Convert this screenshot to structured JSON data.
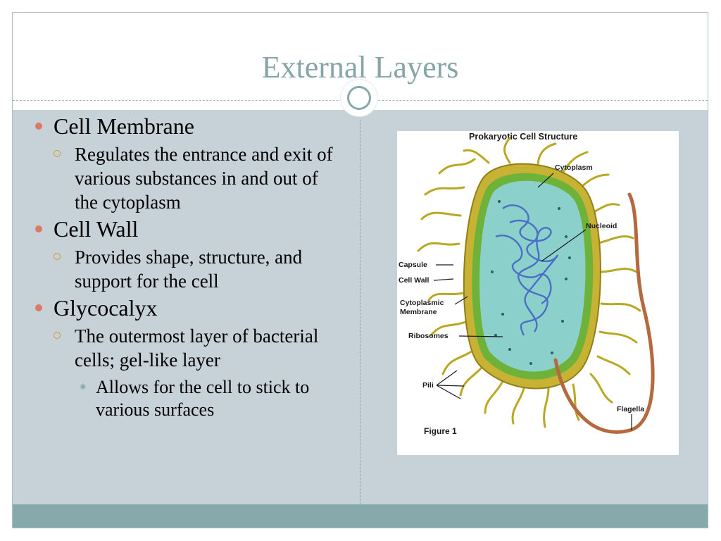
{
  "slide": {
    "title": "External Layers"
  },
  "bullets": [
    {
      "label": "Cell Membrane",
      "sub": [
        {
          "text": "Regulates the entrance and exit of various substances in and out of the cytoplasm"
        }
      ]
    },
    {
      "label": "Cell Wall",
      "sub": [
        {
          "text": "Provides shape, structure, and support for the cell"
        }
      ]
    },
    {
      "label": "Glycocalyx",
      "sub": [
        {
          "text": "The outermost layer of bacterial cells; gel-like layer"
        }
      ],
      "subsub": [
        {
          "text": "Allows for the cell to stick to various surfaces"
        }
      ]
    }
  ],
  "figure": {
    "title": "Prokaryotic Cell Structure",
    "caption": "Figure 1",
    "labels": {
      "cytoplasm": "Cytoplasm",
      "nucleoid": "Nucleoid",
      "capsule": "Capsule",
      "cell_wall": "Cell Wall",
      "cyto_membrane_1": "Cytoplasmic",
      "cyto_membrane_2": "Membrane",
      "ribosomes": "Ribosomes",
      "pili": "Pili",
      "flagella": "Flagella"
    }
  },
  "colors": {
    "title": "#86a5a7",
    "content_bg": "#c7d1d8",
    "footer": "#86a9ab",
    "bullet_dot": "#de7a64",
    "sub_ring": "#d29b2b",
    "cell_wall": "#c8b234",
    "membrane": "#6fb23a",
    "cytoplasm": "#8cd0cc",
    "nucleoid": "#4b6fc4",
    "flagella": "#b46a3e"
  }
}
